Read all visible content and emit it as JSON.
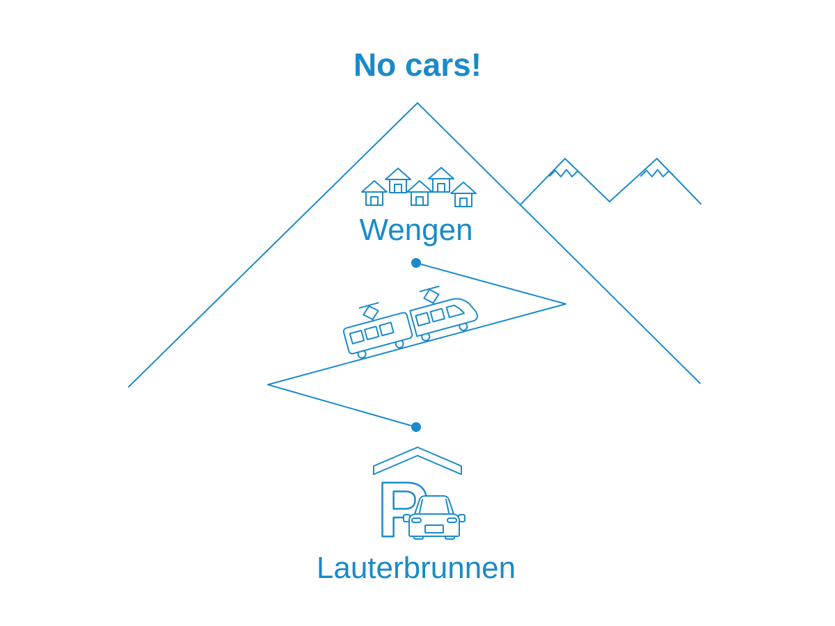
{
  "title": "No cars!",
  "stations": {
    "top": {
      "label": "Wengen"
    },
    "bottom": {
      "label": "Lauterbrunnen"
    }
  },
  "parking": {
    "letter": "P"
  },
  "icons": {
    "mountain": "large-mountain-outline-icon",
    "peaks": "snowy-peaks-icon",
    "houses": "village-houses-icon",
    "railway": "zigzag-railway-line",
    "train": "cog-railway-train-icon",
    "parking_garage": "parking-garage-icon",
    "car": "car-front-icon",
    "station_dots": "station-dot"
  },
  "colors": {
    "primary": "#1a8ac9",
    "background": "#ffffff"
  }
}
